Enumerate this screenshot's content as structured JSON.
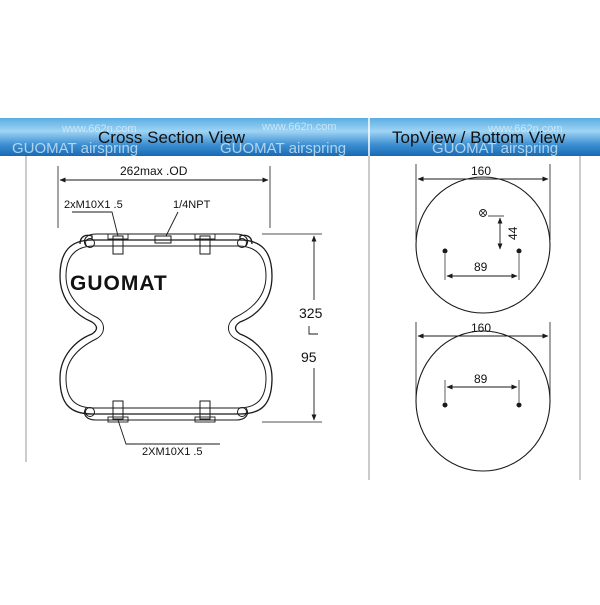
{
  "colors": {
    "background": "#ffffff",
    "header_light": "#7fc4ec",
    "header_dark": "#1769b5",
    "line": "#1a1a1a",
    "frame": "#9a9a9a",
    "watermark": "#d9eefa"
  },
  "watermark": {
    "url": "www.662n.com",
    "brand": "GUOMAT airspring"
  },
  "cross_section": {
    "header": "Cross  Section  View",
    "od_label": "262max .OD",
    "top_thread_label": "2xM10X1 .5",
    "air_inlet_label": "1/4NPT",
    "brand": "GUOMAT",
    "max_height": "325",
    "min_height": "95",
    "bottom_thread_label": "2XM10X1 .5"
  },
  "top_bottom": {
    "header": "TopView / Bottom  View",
    "top_plate": {
      "diameter": "160",
      "hole_spacing_v": "44",
      "hole_spacing_h": "89"
    },
    "bottom_plate": {
      "diameter": "160",
      "hole_spacing_h": "89"
    }
  }
}
